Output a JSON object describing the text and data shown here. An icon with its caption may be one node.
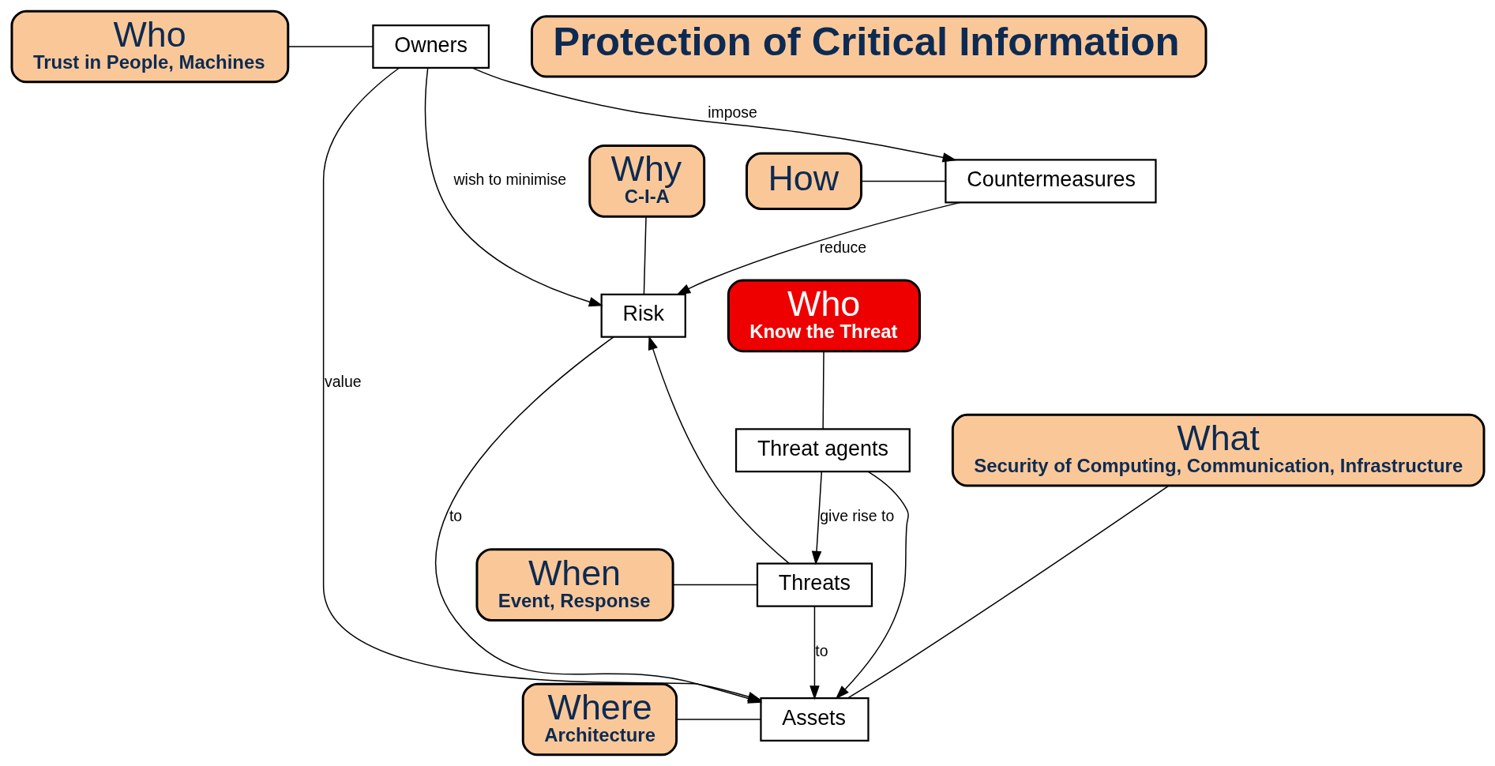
{
  "diagram": {
    "nodes": [
      {
        "text": [
          "Owners"
        ]
      },
      {
        "text": [
          "Who",
          "Trust in People, Machines"
        ]
      },
      {
        "text": [
          "Countermeasures"
        ]
      },
      {
        "text": [
          "Why",
          "C-I-A"
        ]
      },
      {
        "text": [
          "How"
        ]
      },
      {
        "text": [
          "Risk"
        ]
      },
      {
        "text": [
          "Who",
          "Know the Threat"
        ]
      },
      {
        "text": [
          "What",
          "Security of Computing, Communication, Infrastructure"
        ]
      },
      {
        "text": [
          "Threat agents"
        ]
      },
      {
        "text": [
          "When",
          "Event, Response"
        ]
      },
      {
        "text": [
          "Threats"
        ]
      },
      {
        "text": [
          "Assets"
        ]
      },
      {
        "text": [
          "Where",
          "Architecture"
        ]
      },
      {
        "text": [
          "Protection of Critical Information"
        ]
      }
    ],
    "edges": [
      {
        "from": 0,
        "to": 2,
        "arrow": "to",
        "label": "impose"
      },
      {
        "from": 0,
        "to": 5,
        "arrow": "to",
        "label": "wish to minimise"
      },
      {
        "from": 0,
        "to": 11,
        "arrow": "to",
        "label": "value"
      },
      {
        "from": 2,
        "to": 5,
        "arrow": "to",
        "label": "reduce"
      },
      {
        "from": 8,
        "to": 10,
        "arrow": "to",
        "label": "give rise to"
      },
      {
        "from": 10,
        "to": 5,
        "arrow": "to"
      },
      {
        "from": 10,
        "to": 11,
        "arrow": "to",
        "label": "to"
      },
      {
        "from": 5,
        "to": 11,
        "arrow": "to",
        "label": "to"
      },
      {
        "from": 8,
        "to": 11,
        "arrow": "to"
      },
      {
        "from": 1,
        "to": 0,
        "arrow": "none"
      },
      {
        "from": 4,
        "to": 2,
        "arrow": "none"
      },
      {
        "from": 3,
        "to": 5,
        "arrow": "none"
      },
      {
        "from": 6,
        "to": 8,
        "arrow": "none"
      },
      {
        "from": 9,
        "to": 10,
        "arrow": "none"
      },
      {
        "from": 7,
        "to": 11,
        "arrow": "none"
      },
      {
        "from": 12,
        "to": 11,
        "arrow": "none"
      }
    ]
  }
}
